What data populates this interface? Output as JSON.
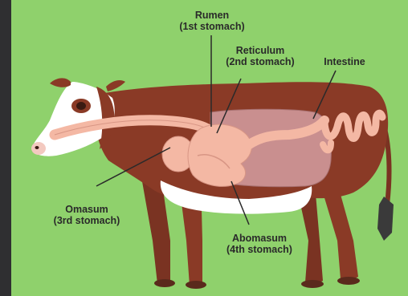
{
  "colors": {
    "background": "#8fd16c",
    "cow_body": "#8a3a26",
    "cow_white": "#ffffff",
    "digestive_pink": "#f4b8a4",
    "rumen_mauve": "#c98f8f",
    "label_text": "#2a2a2a",
    "leader_line": "#2a2a2a"
  },
  "labels": {
    "rumen": {
      "name": "Rumen",
      "detail": "(1st stomach)"
    },
    "reticulum": {
      "name": "Reticulum",
      "detail": "(2nd stomach)"
    },
    "intestine": {
      "name": "Intestine"
    },
    "omasum": {
      "name": "Omasum",
      "detail": "(3rd stomach)"
    },
    "abomasum": {
      "name": "Abomasum",
      "detail": "(4th stomach)"
    }
  }
}
